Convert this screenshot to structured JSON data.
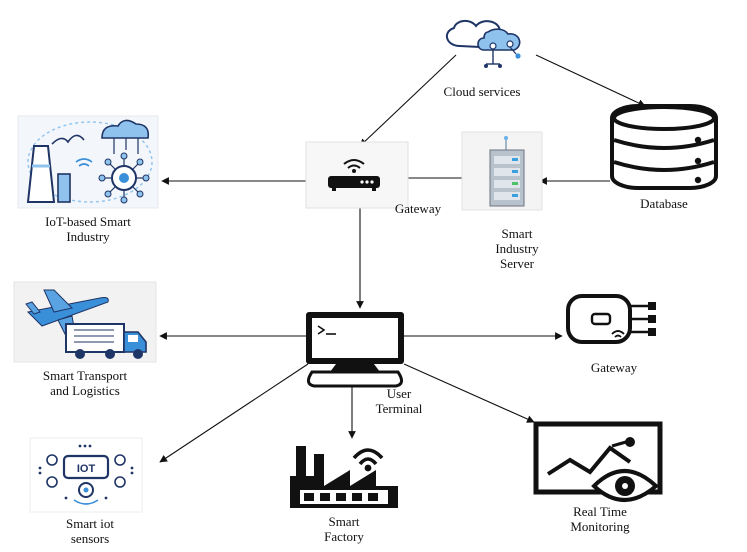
{
  "labels": {
    "cloud": "Cloud services",
    "database": "Database",
    "gateway_top": "Gateway",
    "server_l1": "Smart",
    "server_l2": "Industry",
    "server_l3": "Server",
    "industry_l1": "IoT-based Smart",
    "industry_l2": "Industry",
    "transport_l1": "Smart Transport",
    "transport_l2": "and Logistics",
    "terminal_l1": "User",
    "terminal_l2": "Terminal",
    "gateway_right": "Gateway",
    "sensors_l1": "Smart iot",
    "sensors_l2": "sensors",
    "factory_l1": "Smart",
    "factory_l2": "Factory",
    "monitoring_l1": "Real Time",
    "monitoring_l2": "Monitoring"
  },
  "icon_text": {
    "iot_badge": "IOT"
  },
  "colors": {
    "line": "#111111",
    "accent_blue": "#3a8fd9",
    "light_blue": "#8fc3ee",
    "navy": "#1f3566",
    "panel_bg": "#f2f2f2"
  }
}
